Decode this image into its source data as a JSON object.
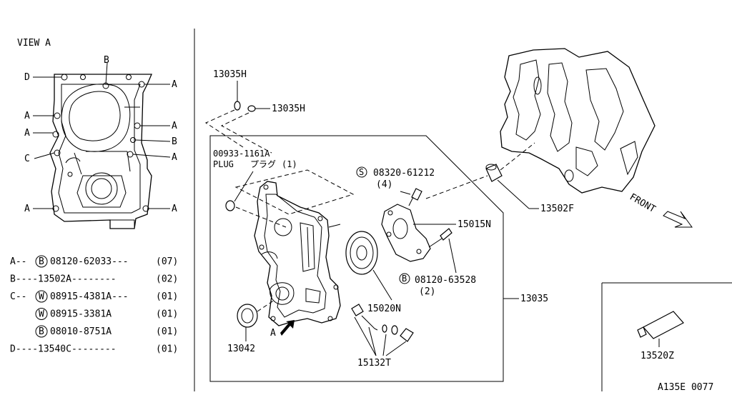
{
  "view_a": {
    "title": "VIEW A",
    "callouts": {
      "top_b": "B",
      "left_d": "D",
      "left_a1": "A",
      "left_a2": "A",
      "left_c": "C",
      "left_a3": "A",
      "right_a1": "A",
      "right_a2": "A",
      "right_b": "B",
      "right_a3": "A",
      "right_a4": "A"
    }
  },
  "legend": [
    {
      "key": "A",
      "dashes": "--",
      "circle": "B",
      "part": "08120-62033",
      "tail": "---",
      "qty": "(07)"
    },
    {
      "key": "B",
      "dashes": "----",
      "circle": "",
      "part": "13502A",
      "tail": "--------",
      "qty": "(02)"
    },
    {
      "key": "C",
      "dashes": "--",
      "circle": "W",
      "part": "08915-4381A",
      "tail": "---",
      "qty": "(01)"
    },
    {
      "key": "",
      "dashes": "",
      "circle": "W",
      "part": "08915-3381A",
      "tail": "",
      "qty": "(01)"
    },
    {
      "key": "",
      "dashes": "",
      "circle": "B",
      "part": "08010-8751A",
      "tail": "",
      "qty": "(01)"
    },
    {
      "key": "D",
      "dashes": "----",
      "circle": "",
      "part": "13540C",
      "tail": "--------",
      "qty": "(01)"
    }
  ],
  "labels": {
    "p13035h_top": "13035H",
    "p13035h_right": "13035H",
    "plug_code": "00933-1161A",
    "plug_name": "PLUG",
    "plug_kana": "プラグ",
    "plug_qty": "(1)",
    "bolt_s_circle": "S",
    "bolt_s_code": "08320-61212",
    "bolt_s_qty": "(4)",
    "p13502f": "13502F",
    "p15015n": "15015N",
    "bolt_b_circle": "B",
    "bolt_b_code": "08120-63528",
    "bolt_b_qty": "(2)",
    "p13035": "13035",
    "p15020n": "15020N",
    "p13042": "13042",
    "view_a_arrow": "A",
    "p15132t": "15132T",
    "front": "FRONT",
    "p13520z": "13520Z",
    "diagram_code": "A135E 0077"
  }
}
